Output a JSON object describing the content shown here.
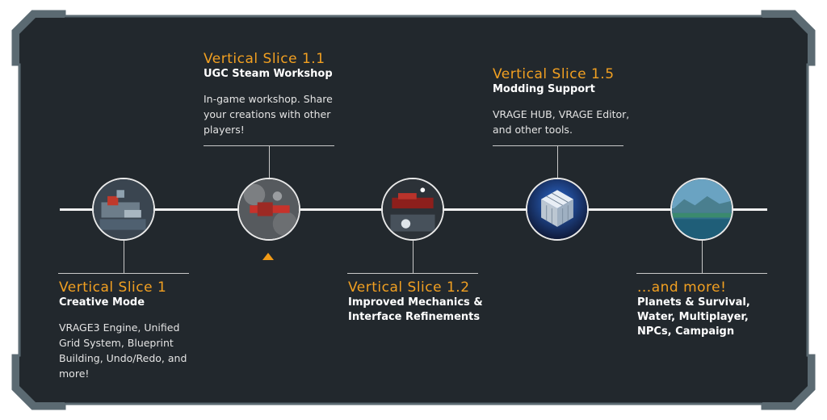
{
  "colors": {
    "background": "#22282d",
    "frame": "#5b6a72",
    "accent": "#f2a021",
    "text": "#ffffff"
  },
  "milestones": [
    {
      "title": "Vertical Slice 1",
      "subtitle": "Creative Mode",
      "description": "VRAGE3 Engine, Unified Grid System, Blueprint Building, Undo/Redo, and more!",
      "image": "ship-building-screenshot"
    },
    {
      "title": "Vertical Slice 1.1",
      "subtitle": "UGC Steam Workshop",
      "description": "In-game workshop. Share your creations with other players!",
      "image": "asteroid-ship-screenshot"
    },
    {
      "title": "Vertical Slice 1.2",
      "subtitle": "Improved Mechanics & Interface Refinements",
      "description": "",
      "image": "astronaut-ship-screenshot"
    },
    {
      "title": "Vertical Slice 1.5",
      "subtitle": "Modding Support",
      "description": "VRAGE HUB, VRAGE Editor, and other tools.",
      "image": "cube-tool-icon"
    },
    {
      "title": "...and more!",
      "subtitle": "Planets & Survival, Water, Multiplayer, NPCs, Campaign",
      "description": "",
      "image": "planet-landscape-screenshot"
    }
  ],
  "current_marker": "triangle-up-icon"
}
